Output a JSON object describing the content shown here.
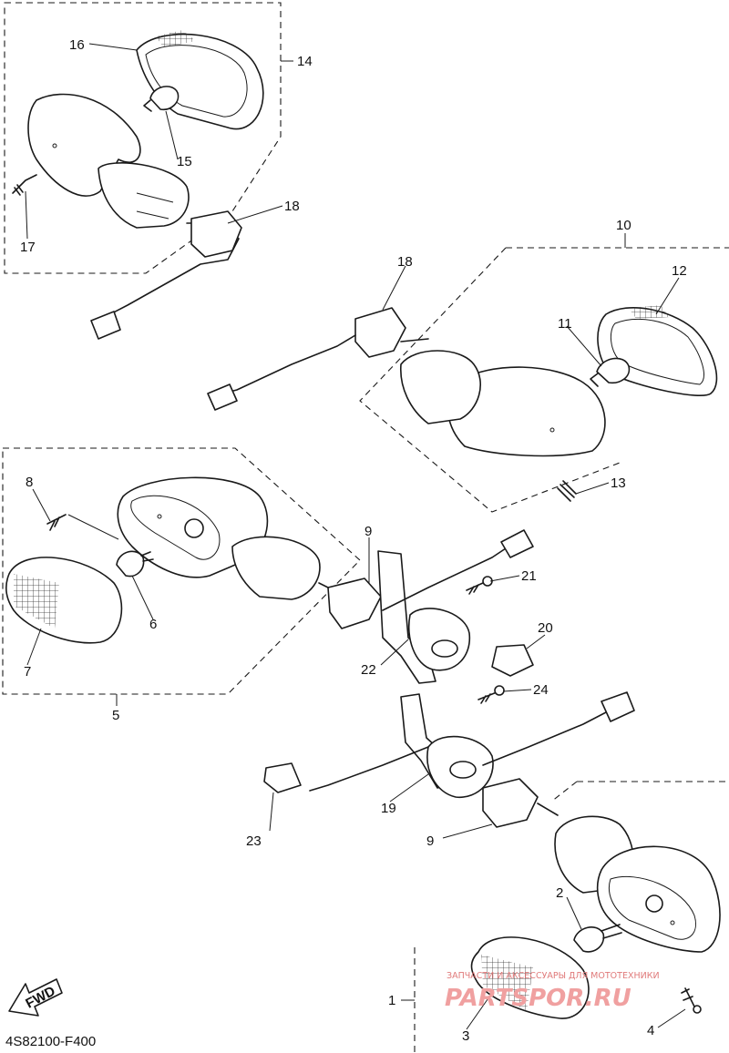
{
  "diagram": {
    "drawing_code": "4S82100-F400",
    "fwd_label": "FWD",
    "watermark_line1": "ЗАПЧАСТИ И АКСЕССУАРЫ ДЛЯ МОТОТЕХНИКИ",
    "watermark_line2": "PARTSPOR.RU",
    "callouts": {
      "c1": "1",
      "c2": "2",
      "c3": "3",
      "c4": "4",
      "c5": "5",
      "c6": "6",
      "c7": "7",
      "c8": "8",
      "c9a": "9",
      "c9b": "9",
      "c10": "10",
      "c11": "11",
      "c12": "12",
      "c13": "13",
      "c14": "14",
      "c15": "15",
      "c16": "16",
      "c17": "17",
      "c18a": "18",
      "c18b": "18",
      "c19": "19",
      "c20": "20",
      "c21": "21",
      "c22": "22",
      "c23": "23",
      "c24": "24"
    }
  }
}
